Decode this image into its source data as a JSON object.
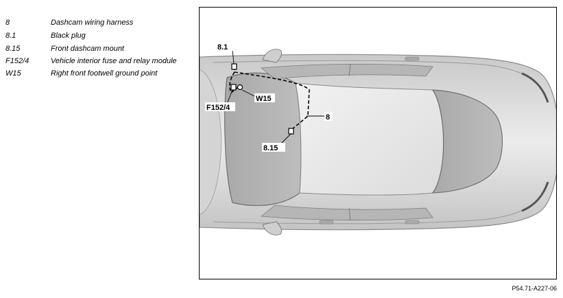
{
  "legend": {
    "items": [
      {
        "key": "8",
        "desc": "Dashcam wiring harness"
      },
      {
        "key": "8.1",
        "desc": "Black plug"
      },
      {
        "key": "8.15",
        "desc": "Front dashcam mount"
      },
      {
        "key": "F152/4",
        "desc": "Vehicle interior fuse and relay module"
      },
      {
        "key": "W15",
        "desc": "Right front footwell ground point"
      }
    ]
  },
  "figure": {
    "callouts": {
      "c81": "8.1",
      "cW15": "W15",
      "cF152": "F152/4",
      "c8": "8",
      "c815": "8.15"
    },
    "reference": "P54.71-A227-06"
  }
}
